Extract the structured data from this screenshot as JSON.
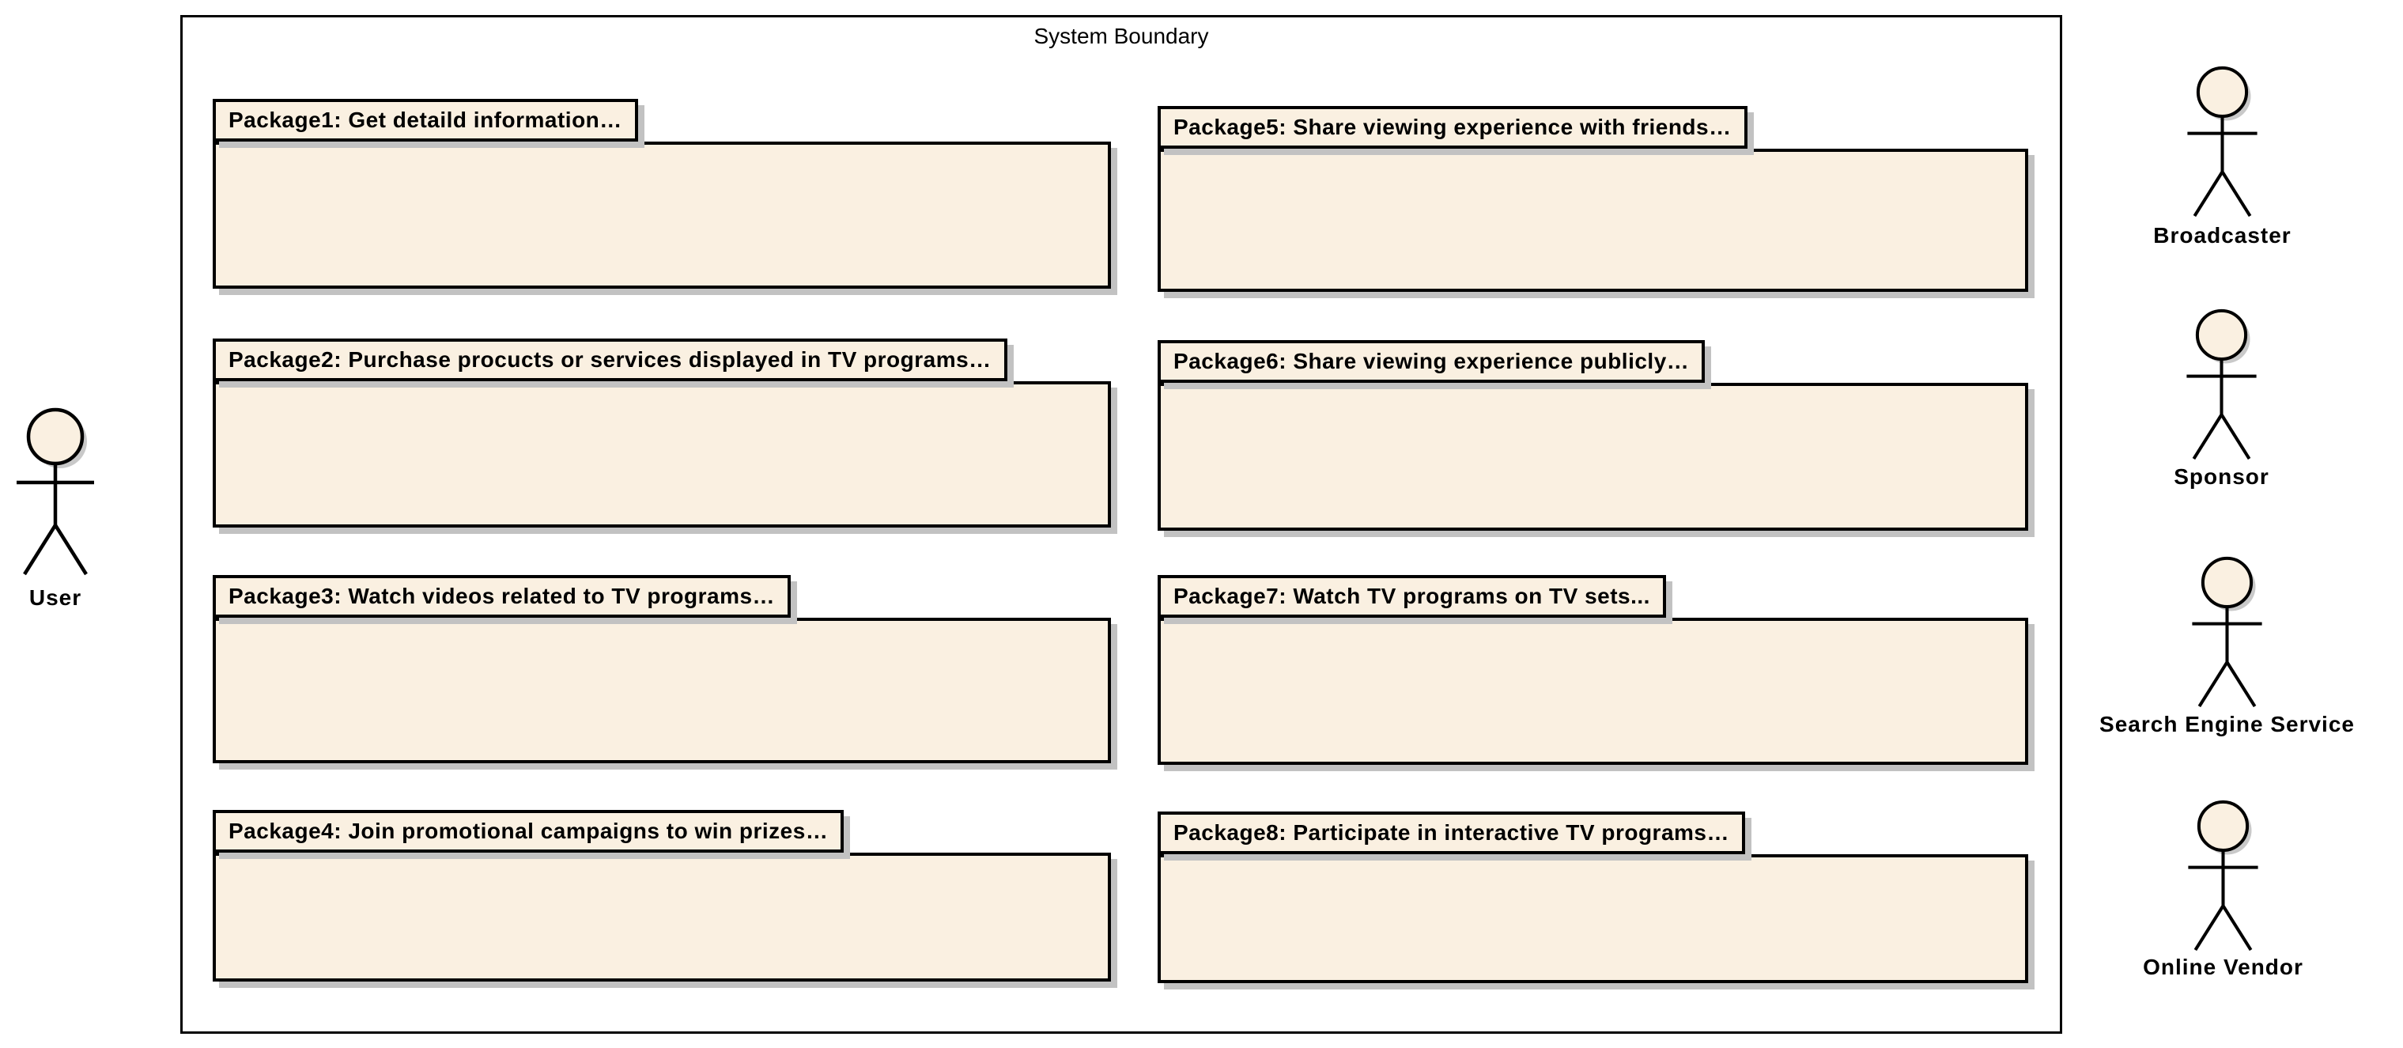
{
  "diagram": {
    "boundary_label": "System Boundary"
  },
  "packages": [
    {
      "label": "Package1: Get detaild information…"
    },
    {
      "label": "Package2: Purchase procucts or services displayed in TV programs…"
    },
    {
      "label": "Package3: Watch videos related to TV programs…"
    },
    {
      "label": "Package4: Join promotional campaigns to win prizes…"
    },
    {
      "label": "Package5: Share viewing experience with friends…"
    },
    {
      "label": "Package6: Share viewing experience publicly…"
    },
    {
      "label": "Package7: Watch TV programs on TV sets..."
    },
    {
      "label": "Package8: Participate in interactive TV programs…"
    }
  ],
  "actors": [
    {
      "name": "User"
    },
    {
      "name": "Broadcaster"
    },
    {
      "name": "Sponsor"
    },
    {
      "name": "Search Engine Service"
    },
    {
      "name": "Online Vendor"
    }
  ],
  "colors": {
    "shape_fill": "#FAF0E1",
    "border": "#000000",
    "shadow": "#C2C2C2",
    "canvas": "#FFFFFF"
  }
}
